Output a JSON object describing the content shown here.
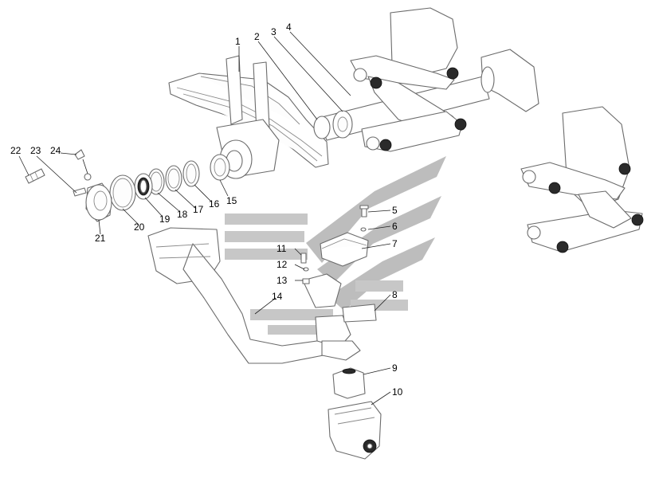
{
  "diagram": {
    "callouts": [
      {
        "id": "1",
        "text": "1"
      },
      {
        "id": "2",
        "text": "2"
      },
      {
        "id": "3",
        "text": "3"
      },
      {
        "id": "4",
        "text": "4"
      },
      {
        "id": "5",
        "text": "5"
      },
      {
        "id": "6",
        "text": "6"
      },
      {
        "id": "7",
        "text": "7"
      },
      {
        "id": "8",
        "text": "8"
      },
      {
        "id": "9",
        "text": "9"
      },
      {
        "id": "10",
        "text": "10"
      },
      {
        "id": "11",
        "text": "11"
      },
      {
        "id": "12",
        "text": "12"
      },
      {
        "id": "13",
        "text": "13"
      },
      {
        "id": "14",
        "text": "14"
      },
      {
        "id": "15",
        "text": "15"
      },
      {
        "id": "16",
        "text": "16"
      },
      {
        "id": "17",
        "text": "17"
      },
      {
        "id": "18",
        "text": "18"
      },
      {
        "id": "19",
        "text": "19"
      },
      {
        "id": "20",
        "text": "20"
      },
      {
        "id": "21",
        "text": "21"
      },
      {
        "id": "22",
        "text": "22"
      },
      {
        "id": "23",
        "text": "23"
      },
      {
        "id": "24",
        "text": "24"
      }
    ],
    "parts": [
      {
        "name": "leaf-spring-pack",
        "callout": "1"
      },
      {
        "name": "spacer-ring",
        "callout": "2"
      },
      {
        "name": "axle-tube",
        "callout": "3"
      },
      {
        "name": "reaction-rod",
        "callout": "4"
      },
      {
        "name": "bolt",
        "callout": "5"
      },
      {
        "name": "washer",
        "callout": "6"
      },
      {
        "name": "bump-stop-cover",
        "callout": "7"
      },
      {
        "name": "rubber-pad",
        "callout": "8"
      },
      {
        "name": "rubber-buffer",
        "callout": "9"
      },
      {
        "name": "bracket",
        "callout": "10"
      },
      {
        "name": "bolt",
        "callout": "11"
      },
      {
        "name": "washer",
        "callout": "12"
      },
      {
        "name": "nut",
        "callout": "13"
      },
      {
        "name": "spring-stirrup",
        "callout": "14"
      },
      {
        "name": "seal-ring",
        "callout": "15"
      },
      {
        "name": "ring",
        "callout": "16"
      },
      {
        "name": "ring",
        "callout": "17"
      },
      {
        "name": "ring",
        "callout": "18"
      },
      {
        "name": "bearing-ring",
        "callout": "19"
      },
      {
        "name": "gasket",
        "callout": "20"
      },
      {
        "name": "hub-cap",
        "callout": "21"
      },
      {
        "name": "breather-plug",
        "callout": "22"
      },
      {
        "name": "adapter",
        "callout": "23"
      },
      {
        "name": "cap",
        "callout": "24"
      }
    ]
  }
}
